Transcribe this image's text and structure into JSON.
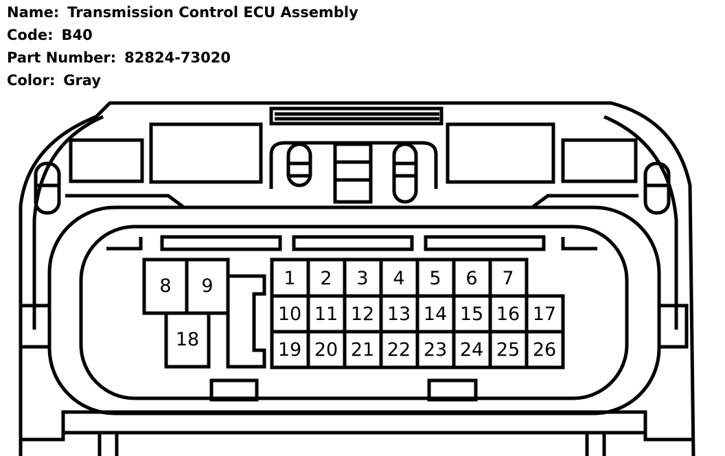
{
  "info": {
    "name_label": "Name:",
    "name_value": "Transmission Control ECU Assembly",
    "code_label": "Code:",
    "code_value": "B40",
    "part_label": "Part Number:",
    "part_value": "82824-73020",
    "color_label": "Color:",
    "color_value": "Gray"
  },
  "pins": {
    "p1": "1",
    "p2": "2",
    "p3": "3",
    "p4": "4",
    "p5": "5",
    "p6": "6",
    "p7": "7",
    "p8": "8",
    "p9": "9",
    "p10": "10",
    "p11": "11",
    "p12": "12",
    "p13": "13",
    "p14": "14",
    "p15": "15",
    "p16": "16",
    "p17": "17",
    "p18": "18",
    "p19": "19",
    "p20": "20",
    "p21": "21",
    "p22": "22",
    "p23": "23",
    "p24": "24",
    "p25": "25",
    "p26": "26"
  }
}
